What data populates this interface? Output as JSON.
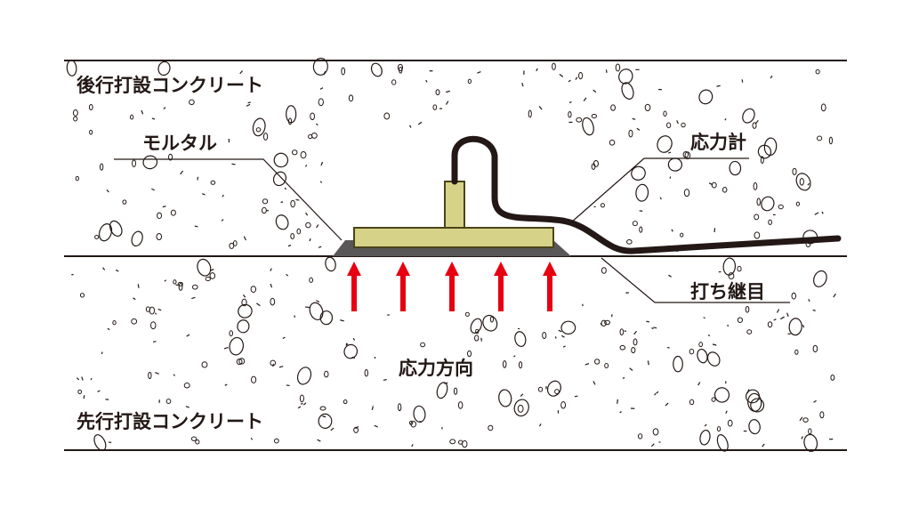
{
  "labels": {
    "upper_concrete": "後行打設コンクリート",
    "mortar": "モルタル",
    "stress_gauge": "応力計",
    "construction_joint": "打ち継目",
    "stress_direction": "応力方向",
    "lower_concrete": "先行打設コンクリート"
  },
  "colors": {
    "line": "#231815",
    "gauge_body": "#d6d389",
    "gauge_edge": "#4a4418",
    "mortar": "#595757",
    "arrow": "#e60012",
    "cable": "#231815"
  },
  "arrows_count": 5
}
